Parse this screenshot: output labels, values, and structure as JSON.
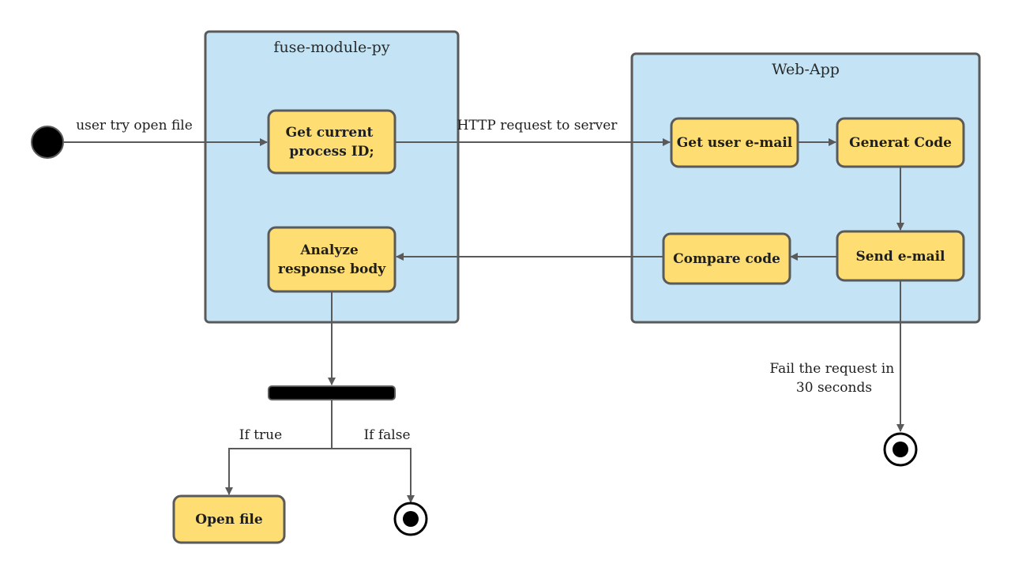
{
  "colors": {
    "lane_fill": "#c4e4f5",
    "node_fill": "#fedd73",
    "stroke": "#5a5a5a",
    "text": "#1e1e1e"
  },
  "lanes": {
    "fuse_module": {
      "title": "fuse-module-py"
    },
    "web_app": {
      "title": "Web-App"
    }
  },
  "nodes": {
    "get_process_id": [
      "Get current",
      "process ID;"
    ],
    "analyze_response": [
      "Analyze",
      "response body"
    ],
    "open_file": [
      "Open file"
    ],
    "get_user_email": [
      "Get user e-mail"
    ],
    "generate_code": [
      "Generat Code"
    ],
    "send_email": [
      "Send e-mail"
    ],
    "compare_code": [
      "Compare code"
    ]
  },
  "edge_labels": {
    "user_open_file": "user try open file",
    "http_request": "HTTP request to server",
    "if_true": "If true",
    "if_false": "If false",
    "fail_request": [
      "Fail the request in",
      "30 seconds"
    ]
  }
}
